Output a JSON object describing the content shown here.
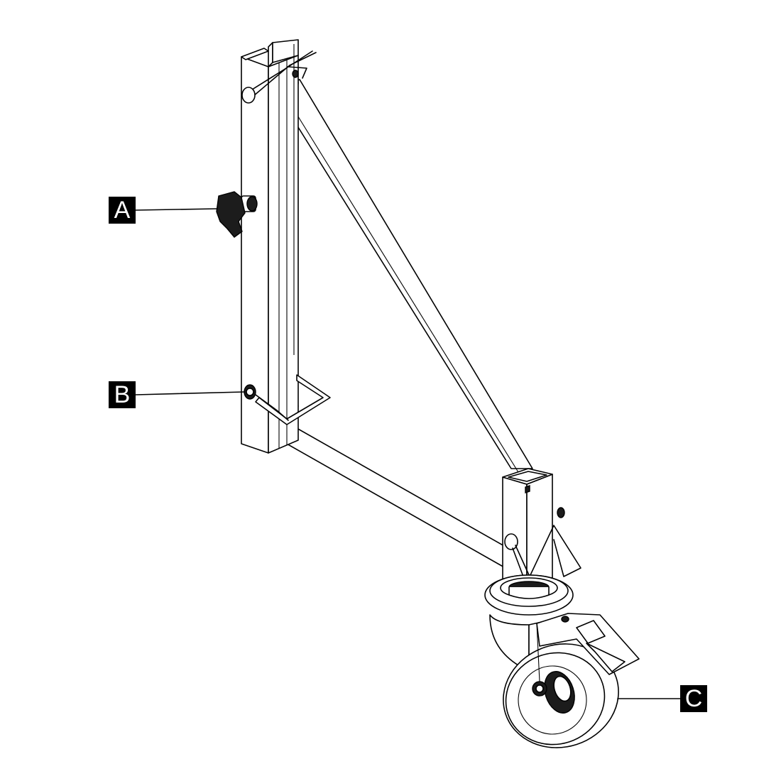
{
  "labels": {
    "a": "A",
    "b": "B",
    "c": "C"
  },
  "colors": {
    "line": "#000000",
    "label_background": "#000000",
    "label_text": "#ffffff"
  }
}
